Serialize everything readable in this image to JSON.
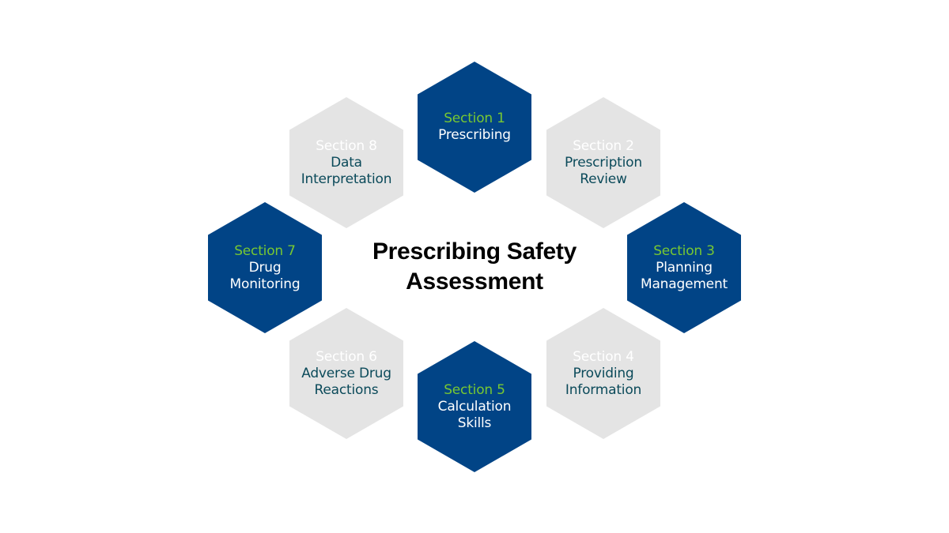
{
  "diagram": {
    "title": "Prescribing Safety\nAssessment",
    "colors": {
      "dark_fill": "#014486",
      "light_fill": "#e4e4e4",
      "accent_section": "#78c832",
      "light_label": "#0b4a5a"
    },
    "sections": [
      {
        "section": "Section 1",
        "label": "Prescribing",
        "style": "dark"
      },
      {
        "section": "Section 2",
        "label": "Prescription\nReview",
        "style": "light"
      },
      {
        "section": "Section 3",
        "label": "Planning\nManagement",
        "style": "dark"
      },
      {
        "section": "Section 4",
        "label": "Providing\nInformation",
        "style": "light"
      },
      {
        "section": "Section 5",
        "label": "Calculation\nSkills",
        "style": "dark"
      },
      {
        "section": "Section 6",
        "label": "Adverse Drug\nReactions",
        "style": "light"
      },
      {
        "section": "Section 7",
        "label": "Drug\nMonitoring",
        "style": "dark"
      },
      {
        "section": "Section 8",
        "label": "Data\nInterpretation",
        "style": "light"
      }
    ]
  }
}
